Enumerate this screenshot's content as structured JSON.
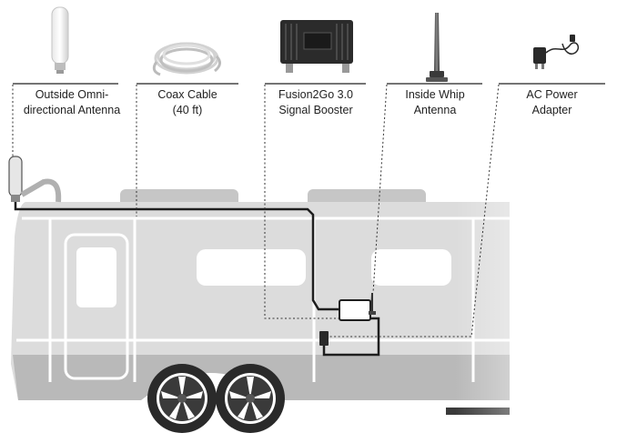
{
  "components": [
    {
      "id": "omni",
      "label": [
        "Outside Omni-",
        "directional Antenna"
      ],
      "icon": "omni-antenna-icon"
    },
    {
      "id": "coax",
      "label": [
        "Coax Cable",
        "(40 ft)"
      ],
      "icon": "coax-cable-icon"
    },
    {
      "id": "booster",
      "label": [
        "Fusion2Go 3.0",
        "Signal Booster"
      ],
      "icon": "signal-booster-icon"
    },
    {
      "id": "whip",
      "label": [
        "Inside Whip",
        "Antenna"
      ],
      "icon": "whip-antenna-icon"
    },
    {
      "id": "power",
      "label": [
        "AC Power",
        "Adapter"
      ],
      "icon": "power-adapter-icon"
    }
  ],
  "colors": {
    "rv_body": "#dcdcdc",
    "rv_lower": "#b8b8b8",
    "rv_outline": "#ffffff",
    "cable": "#1e1e1e",
    "leader": "#333333",
    "device": "#2a2a2a"
  }
}
